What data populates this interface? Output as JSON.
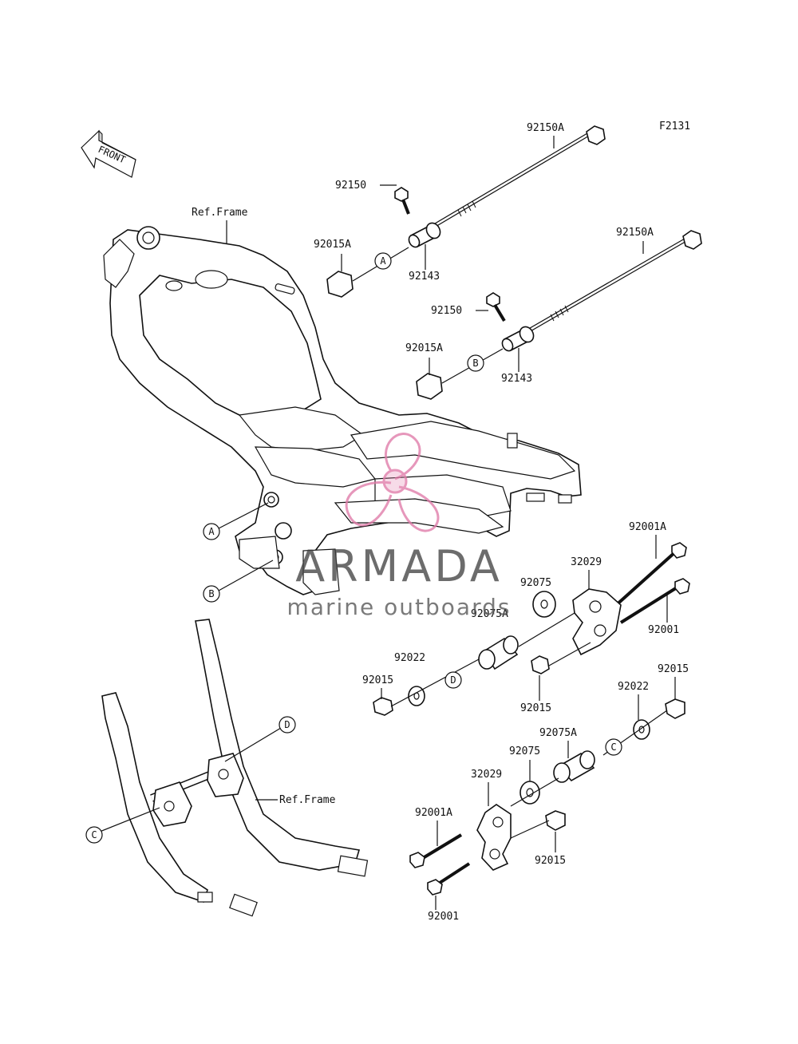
{
  "diagram_code": "F2131",
  "front_label": "FRONT",
  "ref_frame_label": "Ref.Frame",
  "parts": {
    "p92150A_top": "92150A",
    "p92150_top": "92150",
    "p92015A_top": "92015A",
    "p92143_top": "92143",
    "p92150A_mid": "92150A",
    "p92150_mid": "92150",
    "p92015A_mid": "92015A",
    "p92143_mid": "92143",
    "p92001A_right": "92001A",
    "p32029_right": "32029",
    "p92075_right": "92075",
    "p92075A_right": "92075A",
    "p92001_right": "92001",
    "p92022_right": "92022",
    "p92015_left": "92015",
    "p92015_right_mid": "92015",
    "p92015_far_right": "92015",
    "p92022_lower": "92022",
    "p92075A_lower": "92075A",
    "p92075_lower": "92075",
    "p32029_lower": "32029",
    "p92001A_lower": "92001A",
    "p92015_lower": "92015",
    "p92001_lower": "92001"
  },
  "callouts": {
    "A": "A",
    "B": "B",
    "C": "C",
    "D": "D"
  },
  "watermark": {
    "brand": "ARMADA",
    "tagline": "marine outboards",
    "brand_color": "#e07ba8"
  }
}
